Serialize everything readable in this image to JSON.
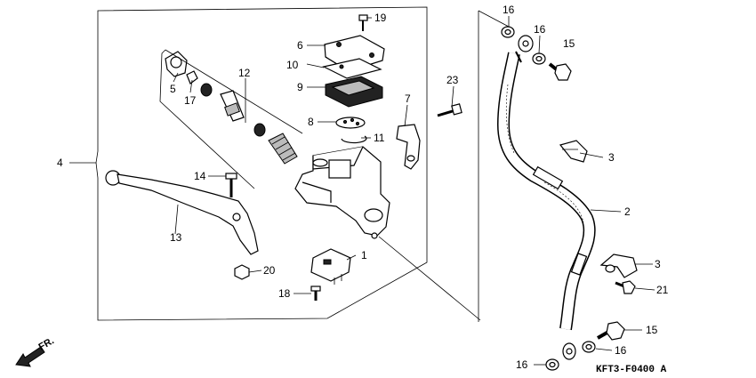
{
  "diagram": {
    "code": "KFT3-F0400 A",
    "direction_label": "FR.",
    "callouts": {
      "c1": "1",
      "c2": "2",
      "c3a": "3",
      "c3b": "3",
      "c4": "4",
      "c5": "5",
      "c6": "6",
      "c7": "7",
      "c8": "8",
      "c9": "9",
      "c10": "10",
      "c11": "11",
      "c12": "12",
      "c13": "13",
      "c14": "14",
      "c15a": "15",
      "c15b": "15",
      "c16a": "16",
      "c16b": "16",
      "c16c": "16",
      "c16d": "16",
      "c17": "17",
      "c18": "18",
      "c19": "19",
      "c20": "20",
      "c21": "21",
      "c23": "23"
    }
  }
}
